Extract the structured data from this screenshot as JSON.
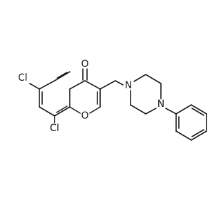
{
  "molecule": {
    "atoms": [
      {
        "id": "cl6",
        "label": "Cl"
      },
      {
        "id": "cl8",
        "label": "Cl"
      },
      {
        "id": "o4",
        "label": "O"
      },
      {
        "id": "o1",
        "label": "O"
      },
      {
        "id": "n1",
        "label": "N"
      },
      {
        "id": "n4",
        "label": "N"
      }
    ]
  }
}
